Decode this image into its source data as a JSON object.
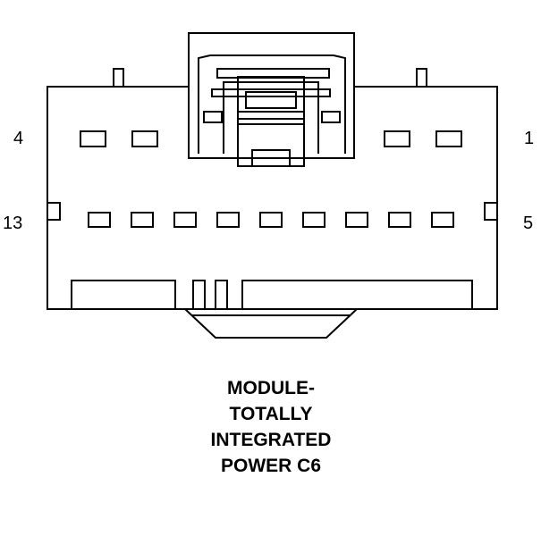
{
  "connector": {
    "pin_labels": {
      "top_left": "4",
      "top_right": "1",
      "bottom_left": "13",
      "bottom_right": "5"
    },
    "caption_lines": [
      "MODULE-",
      "TOTALLY",
      "INTEGRATED",
      "POWER C6"
    ],
    "colors": {
      "stroke": "#000000",
      "fill": "#ffffff"
    }
  }
}
